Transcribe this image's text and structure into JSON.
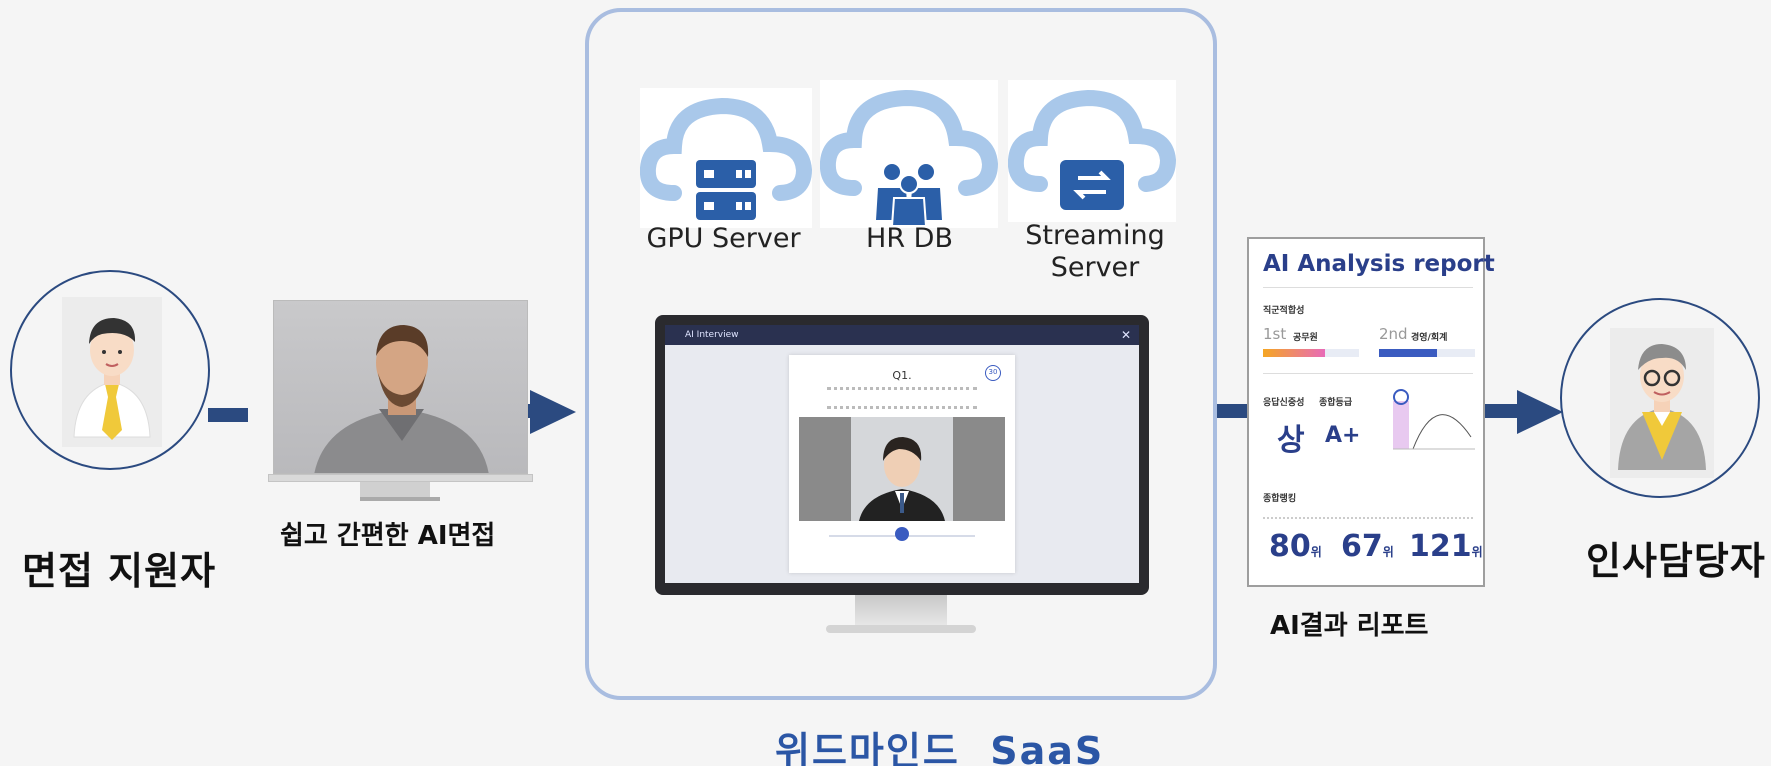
{
  "candidate": {
    "label": "면접 지원자"
  },
  "interview": {
    "caption": "쉽고 간편한 AI면접"
  },
  "saas": {
    "title": "위드마인드  SaaS",
    "servers": [
      {
        "label": "GPU Server",
        "icon": "server-icon"
      },
      {
        "label": "HR DB",
        "icon": "people-icon"
      },
      {
        "label": "Streaming Server",
        "icon": "streaming-icon"
      }
    ],
    "monitor": {
      "app_title": "AI Interview",
      "question_no": "Q1.",
      "timer": "30"
    }
  },
  "report": {
    "title": "AI Analysis report",
    "caption": "AI결과 리포트",
    "section1": "직군적합성",
    "rank1": "1st",
    "rank1_label": "공무원",
    "rank2": "2nd",
    "rank2_label": "경영/회계",
    "section2a": "응답신중성",
    "section2b": "종합등급",
    "value_a": "상",
    "value_b": "A+",
    "section3": "종합랭킹",
    "rankings": [
      {
        "value": "80",
        "unit": "위"
      },
      {
        "value": "67",
        "unit": "위"
      },
      {
        "value": "121",
        "unit": "위"
      }
    ]
  },
  "hr": {
    "label": "인사담당자"
  },
  "colors": {
    "arrow": "#2b4a80",
    "saas_border": "#a9bde0",
    "cloud": "#a9c8ea",
    "icon": "#2b5fa8",
    "brand": "#2b56a5"
  }
}
